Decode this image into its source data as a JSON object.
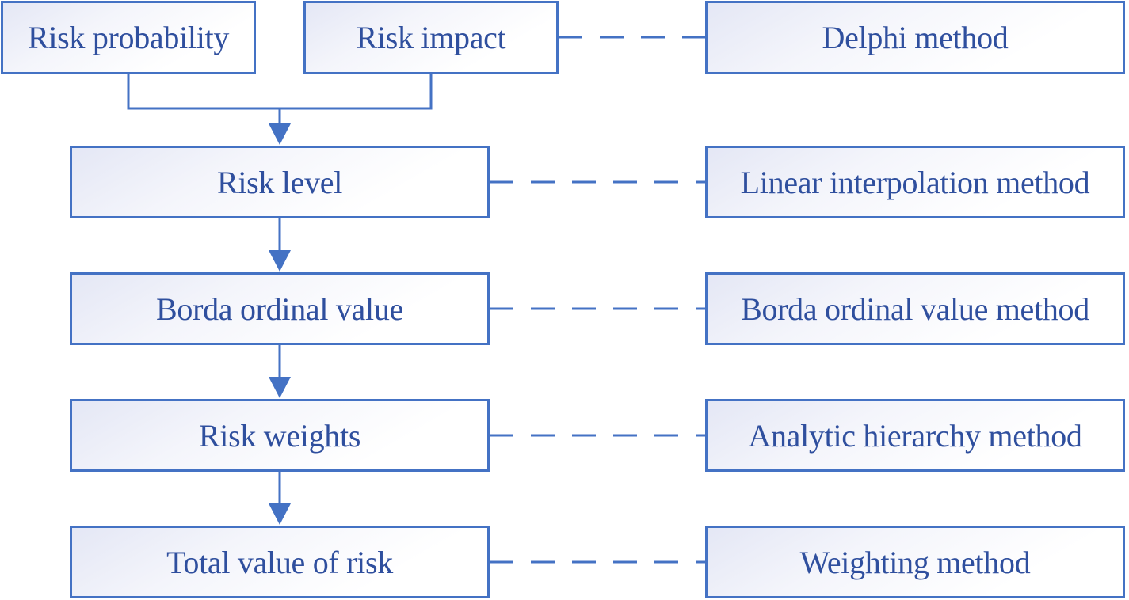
{
  "diagram": {
    "inputs": {
      "risk_probability": "Risk probability",
      "risk_impact": "Risk impact"
    },
    "steps": [
      {
        "label": "Risk level"
      },
      {
        "label": "Borda ordinal value"
      },
      {
        "label": "Risk weights"
      },
      {
        "label": "Total value of risk"
      }
    ],
    "methods": [
      {
        "label": "Delphi method"
      },
      {
        "label": "Linear interpolation method"
      },
      {
        "label": "Borda ordinal value method"
      },
      {
        "label": "Analytic hierarchy method"
      },
      {
        "label": "Weighting method"
      }
    ],
    "colors": {
      "stroke": "#4472c4",
      "text": "#2f4f9e"
    }
  }
}
